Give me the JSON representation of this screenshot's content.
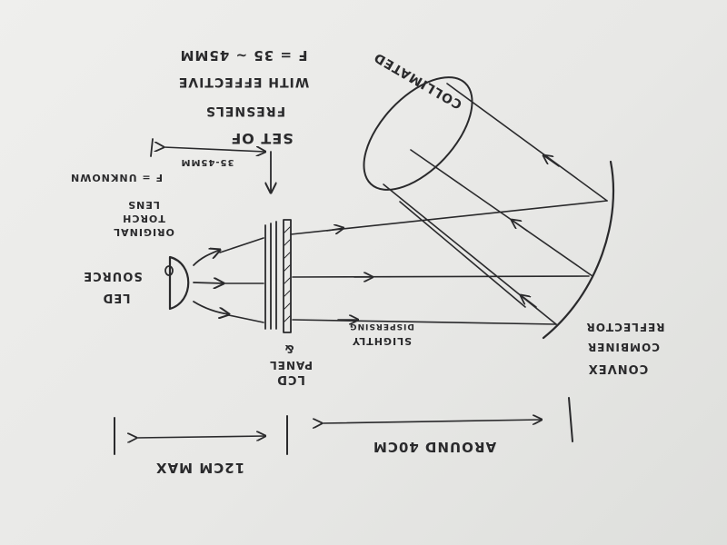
{
  "labels": {
    "focal_range": "F = 35 ~ 45MM",
    "with_effective": "WITH EFFECTIVE",
    "fresnels": "FRESNELS",
    "set_of": "SET OF",
    "collimated": "COLLIMATED",
    "distance_35_45": "35-45MM",
    "f_unknown": "F = UNKNOWN",
    "lens": "LENS",
    "torch": "TORCH",
    "original": "ORIGINAL",
    "source": "SOURCE",
    "led": "LED",
    "lcd": "LCD",
    "panel": "PANEL",
    "ampersand": "&",
    "slightly": "SLIGHTLY",
    "dispersing": "DISPERSING",
    "concave": "CONVEX",
    "combiner": "COMBINER",
    "reflector": "REFLECTOR",
    "around_40cm": "AROUND 40CM",
    "twelve_cm_max": "12CM MAX"
  },
  "colors": {
    "ink": "#2a2a2c",
    "paper": "#ececea"
  }
}
